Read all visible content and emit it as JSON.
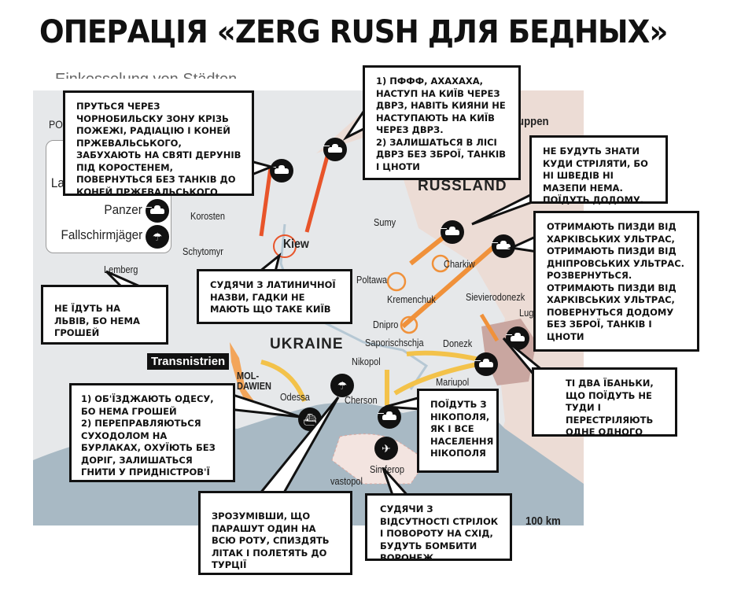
{
  "title": "ОПЕРАЦІЯ «ZERG RUSH  ДЛЯ БЕДНЫХ»",
  "top_legend": "Einkesselung von Städten",
  "legend": {
    "partial_label": "La",
    "panzer": "Panzer",
    "fallschirmjaeger": "Fallschirmjäger"
  },
  "countries": {
    "ukraine": "UKRAINE",
    "russland": "RUSSLAND",
    "moldawien": "MOL-\nDAWIEN",
    "poland_partial": "PO",
    "transnistrien": "Transnistrien"
  },
  "partial_text": {
    "uppen": "uppen"
  },
  "scale": "100 km",
  "cities": [
    "Korosten",
    "Schytomyr",
    "Lemberg",
    "Kiew",
    "Sumy",
    "Charkiw",
    "Poltawa",
    "Kremenchuk",
    "Sievierodonezk",
    "Lug",
    "Dnipro",
    "Saporischschja",
    "Donezk",
    "Nikopol",
    "Mariupol",
    "Odessa",
    "Cherson",
    "vastopol",
    "Simferop"
  ],
  "callouts": {
    "chernobyl": "Пруться через Чорнобильску зону крізь пожежі, радіацію і коней Пржевальського, забухають на святі дерунів під Коростенем, повернуться без танків до коней Пржевальського",
    "dvrz": "1) ПФФФ, АХАХАХА, наступ на Київ через ДВРЗ, навіть кияни не наступають на Київ через ДВРЗ.\n2) Залишаться в лісі ДВРЗ без зброї, танків і цноти",
    "swedes": "Не будуть знати куди стріляти, бо ні шведів ні Мазепи нема. Поїдуть додому.",
    "kharkiv": "Отримають пизди від харківських ультрас, отримають пизди від дніпровських ультрас. Розвернуться. Отримають пизди від харківських ультрас, повернуться додому без зброї, танків і цноти",
    "two": "Ті два їбаньки, що поїдуть не туди і перестріляють одне одного",
    "nikopol": "Поїдуть з Нікополя, як і все населення Нікополя",
    "voronezh": "Судячи з відсутності стрілок і повороту на схід, будуть бомбити Воронеж",
    "parachute": "Зрозумівши, що парашут один на всю роту,  спиздять літак і полетять до Турції",
    "odesa": "1) Об'їзджають Одесу, бо нема грошей\n2) Переправляються суходолом на бурлаках, охуїють без доріг, залишаться гнити у Придністров'ї",
    "lviv": "Не їдуть на Львів, бо нема грошей",
    "latin": "Судячи з латиничної назви, гадки не мають що таке Київ"
  },
  "colors": {
    "land": "#e6e8ea",
    "russia": "#ecdcd5",
    "sea": "#a8b9c4",
    "arrow_red": "#e8542a",
    "arrow_orange": "#f0913a",
    "arrow_yellow": "#f3c24a"
  }
}
